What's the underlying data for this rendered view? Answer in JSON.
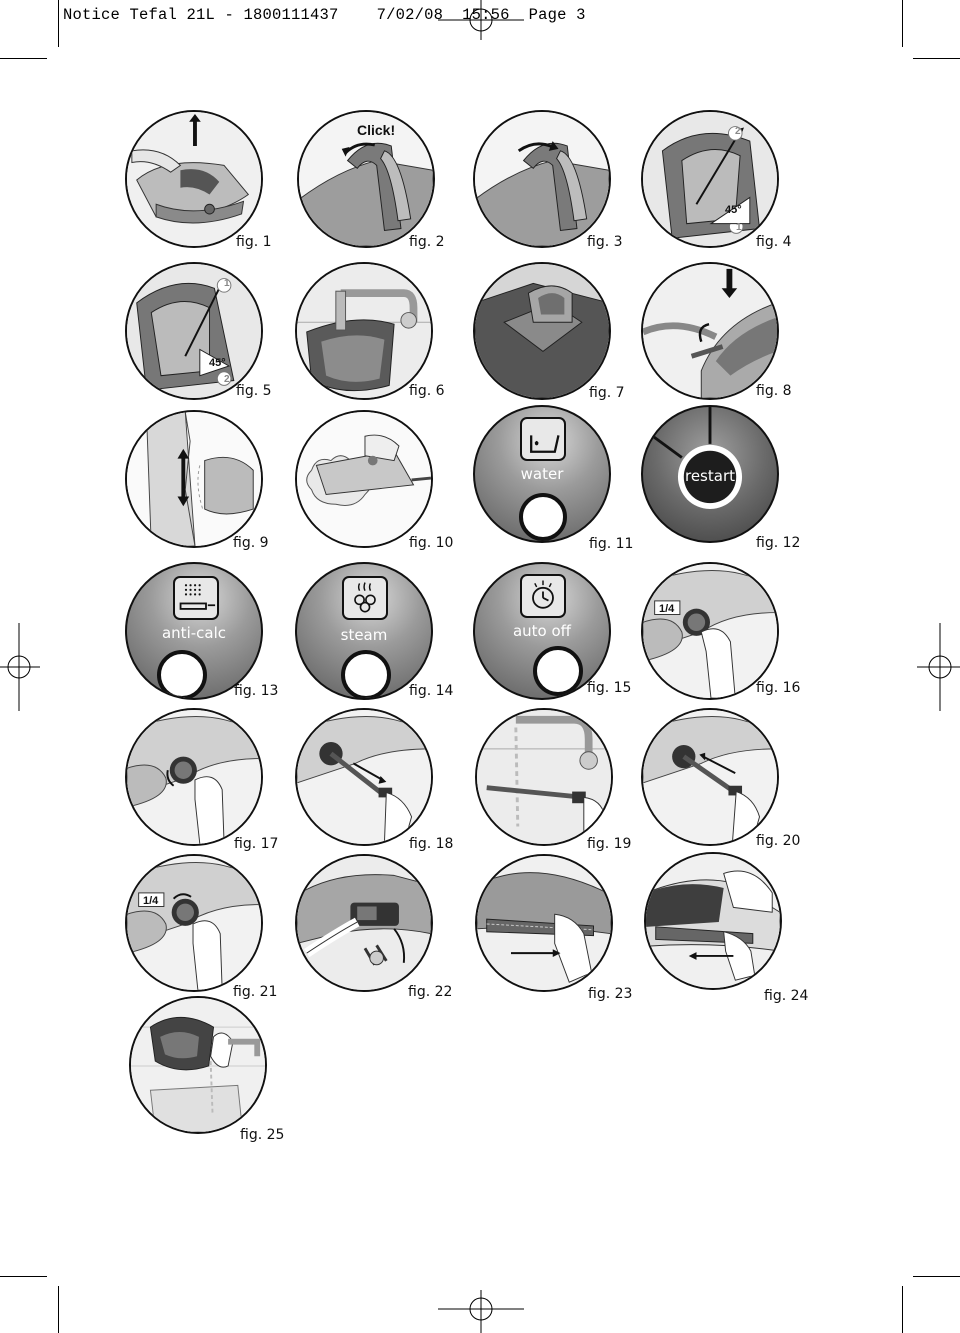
{
  "header": {
    "title": "Notice Tefal 21L - 1800111437",
    "date": "7/02/08",
    "time": "15:56",
    "page": "Page 3"
  },
  "figures": [
    {
      "caption": "fig. 1"
    },
    {
      "caption": "fig. 2",
      "label": "Click!"
    },
    {
      "caption": "fig. 3"
    },
    {
      "caption": "fig. 4",
      "label": "45°",
      "step1": "1",
      "step2": "2"
    },
    {
      "caption": "fig. 5",
      "label": "45°",
      "step1": "1",
      "step2": "2"
    },
    {
      "caption": "fig. 6"
    },
    {
      "caption": "fig. 7"
    },
    {
      "caption": "fig. 8"
    },
    {
      "caption": "fig. 9"
    },
    {
      "caption": "fig. 10"
    },
    {
      "caption": "fig. 11",
      "label": "water"
    },
    {
      "caption": "fig. 12",
      "label": "restart"
    },
    {
      "caption": "fig. 13",
      "label": "anti-calc"
    },
    {
      "caption": "fig. 14",
      "label": "steam"
    },
    {
      "caption": "fig. 15",
      "label": "auto off"
    },
    {
      "caption": "fig. 16",
      "label": "1/4"
    },
    {
      "caption": "fig. 17"
    },
    {
      "caption": "fig. 18"
    },
    {
      "caption": "fig. 19"
    },
    {
      "caption": "fig. 20"
    },
    {
      "caption": "fig. 21",
      "label": "1/4"
    },
    {
      "caption": "fig. 22"
    },
    {
      "caption": "fig. 23"
    },
    {
      "caption": "fig. 24"
    },
    {
      "caption": "fig. 25"
    }
  ]
}
